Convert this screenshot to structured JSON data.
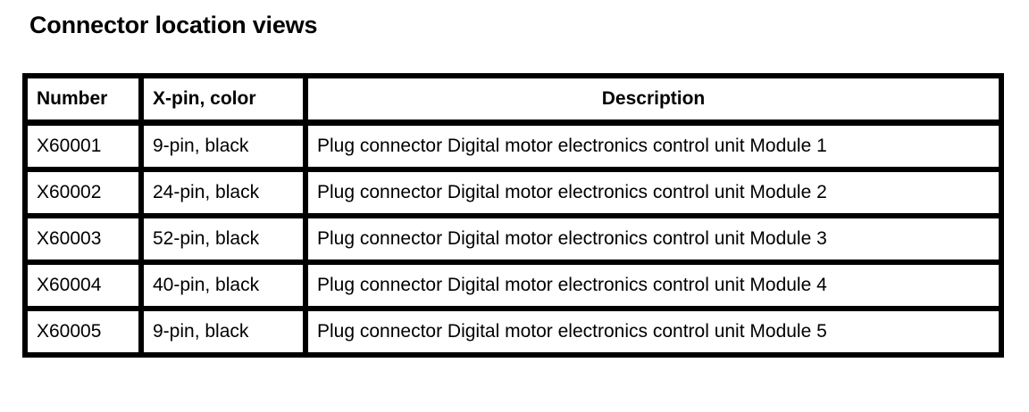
{
  "document": {
    "title": "Connector location views",
    "background_color": "#ffffff",
    "text_color": "#000000",
    "border_color": "#000000"
  },
  "table": {
    "headers": {
      "number": "Number",
      "xpin": "X-pin, color",
      "description": "Description"
    },
    "rows": [
      {
        "number": "X60001",
        "xpin": "9-pin, black",
        "description": "Plug connector Digital motor electronics control unit Module 1"
      },
      {
        "number": "X60002",
        "xpin": "24-pin, black",
        "description": "Plug connector Digital motor electronics control unit Module 2"
      },
      {
        "number": "X60003",
        "xpin": "52-pin, black",
        "description": "Plug connector Digital motor electronics control unit Module 3"
      },
      {
        "number": "X60004",
        "xpin": "40-pin, black",
        "description": "Plug connector Digital motor electronics control unit Module 4"
      },
      {
        "number": "X60005",
        "xpin": "9-pin, black",
        "description": "Plug connector Digital motor electronics control unit Module 5"
      }
    ]
  }
}
